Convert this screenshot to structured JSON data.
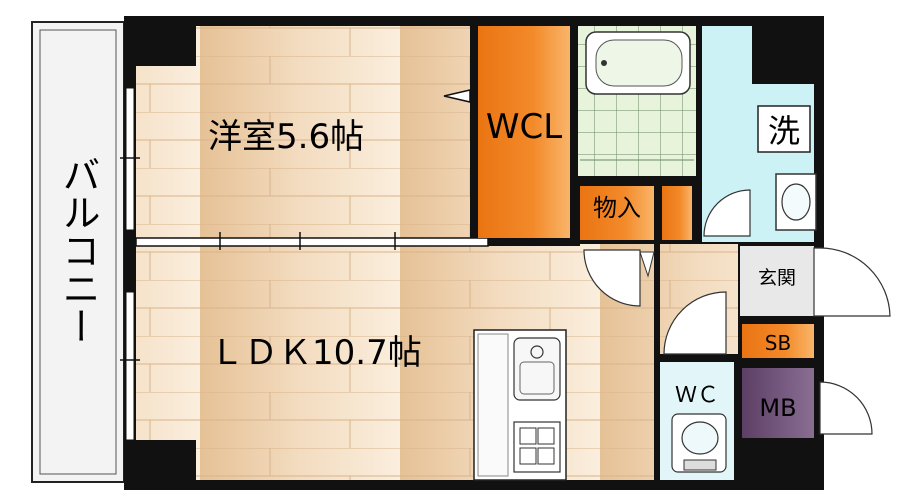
{
  "rooms": {
    "balcony": "バルコニー",
    "western_room": "洋室5.6帖",
    "wcl": "WCL",
    "storage": "物入",
    "washroom": "洗",
    "ldk": "ＬＤＫ10.7帖",
    "entrance": "玄関",
    "shoe_box": "SB",
    "wc": "ＷＣ",
    "meter_box": "MB"
  },
  "colors": {
    "wall": "#111111",
    "floor_light": "#f4e2c8",
    "floor_dark": "#e9c79c",
    "wcl_orange": "#f0801e",
    "bath_green": "#e6f1d9",
    "wash_blue": "#ccf2f6",
    "entrance_gray": "#e8e8e8",
    "toilet_blue": "#e2f6fa",
    "meter_purple": "#6e4d76",
    "balcony_gray": "#f3f3f3"
  },
  "icons": [
    "bathtub-icon",
    "toilet-icon",
    "wash-basin-icon",
    "sink-icon",
    "stove-icon"
  ]
}
